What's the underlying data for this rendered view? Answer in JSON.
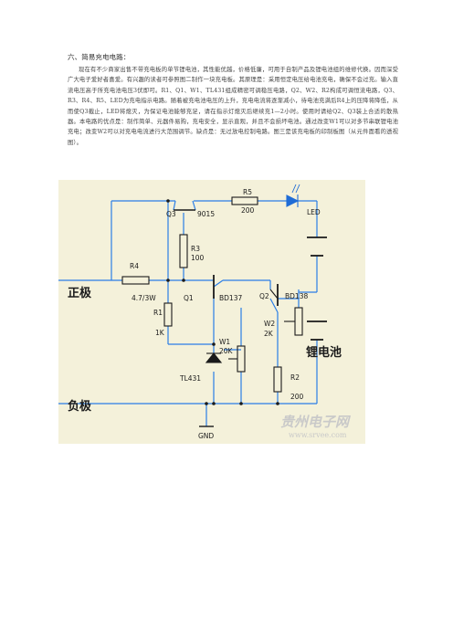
{
  "document": {
    "heading": "六、简易充电电路：",
    "paragraph": "现在有不少商家出售不带充电板的单节锂电池，其性能优越，价格低廉，可用于自制产品及锂电池组的维修代换。因而深受广大电子爱好者喜爱。有兴趣的读者可参照图二制作一块充电板。其原理是：采用恒定电压给电池充电，确保不会过充。输入直流电压高于所充电池电压3伏即可。R1、Q1、W1、TL431组成精密可调稳压电路，Q2、W2、R2构成可调恒流电路，Q3、R3、R4、R5、LED为充电指示电路。随着被充电池电压的上升，充电电流将逐渐减小，待电池充满后R4上的压降将降低，从而使Q3截止，LED将熄灭，为保证电池能够充足，请在指示灯熄灭后继续充1—2小时。使用时请给Q2、Q3装上合适的散热器。本电路的优点是：制作简单、元器件易购，充电安全，显示直观，并且不会损坏电池。通过改变W1可以对多节串联锂电池充电；改变W2可以对充电电流进行大范围调节。缺点是：无过放电控制电路。图三是该充电板的印制板图（从元件面看的透视图）。"
  },
  "figure": {
    "labels": {
      "q3": "Q3",
      "q3_part": "9015",
      "r5": "R5",
      "r5_val": "200",
      "led": "LED",
      "r3": "R3",
      "r3_val": "100",
      "r4": "R4",
      "r4_val": "4.7/3W",
      "positive": "正极",
      "q1": "Q1",
      "q1_part": "BD137",
      "q2": "Q2",
      "q2_part": "BD138",
      "r1": "R1",
      "r1_val": "1K",
      "w2": "W2",
      "w2_val": "2K",
      "battery": "锂电池",
      "w1": "W1",
      "w1_val": "20K",
      "tl431": "TL431",
      "r2": "R2",
      "r2_val": "200",
      "negative": "负极",
      "gnd": "GND"
    },
    "watermark": {
      "main": "贵州电子网",
      "url": "www.srvee.com"
    },
    "colors": {
      "background": "#f4f1da",
      "wire": "#2a7ee6",
      "component": "#1a1a1a",
      "led": "#1f6cd6"
    }
  }
}
